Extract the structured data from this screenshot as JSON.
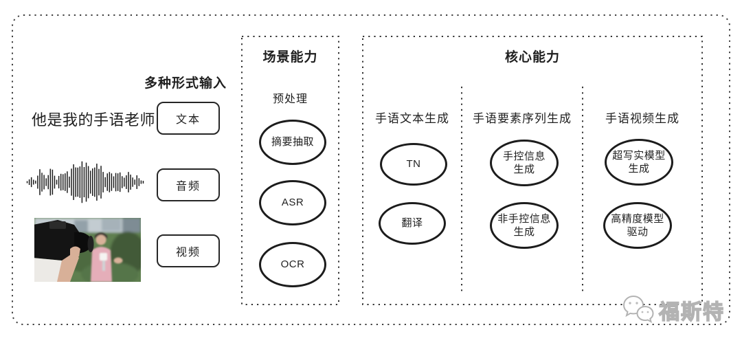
{
  "colors": {
    "ink": "#1f1f1f",
    "dotted_border": "#3f3f3f",
    "background": "#ffffff",
    "watermark_gray": "#b3b3b3"
  },
  "input_section": {
    "title": "多种形式输入",
    "text_example": "他是我的手语老师",
    "types": [
      {
        "label": "文本"
      },
      {
        "label": "音频"
      },
      {
        "label": "视频"
      }
    ]
  },
  "scene_section": {
    "title": "场景能力",
    "subtitle": "预处理",
    "nodes": [
      {
        "label": "摘要抽取"
      },
      {
        "label": "ASR"
      },
      {
        "label": "OCR"
      }
    ]
  },
  "core_section": {
    "title": "核心能力",
    "columns": [
      {
        "header": "手语文本生成",
        "nodes": [
          {
            "label": "TN"
          },
          {
            "label": "翻译"
          }
        ]
      },
      {
        "header": "手语要素序列生成",
        "nodes": [
          {
            "label": "手控信息\n生成"
          },
          {
            "label": "非手控信息\n生成"
          }
        ]
      },
      {
        "header": "手语视频生成",
        "nodes": [
          {
            "label": "超写实模型\n生成"
          },
          {
            "label": "高精度模型\n驱动"
          }
        ]
      }
    ]
  },
  "watermark": {
    "text": "福斯特",
    "icon": "wechat-icon"
  }
}
